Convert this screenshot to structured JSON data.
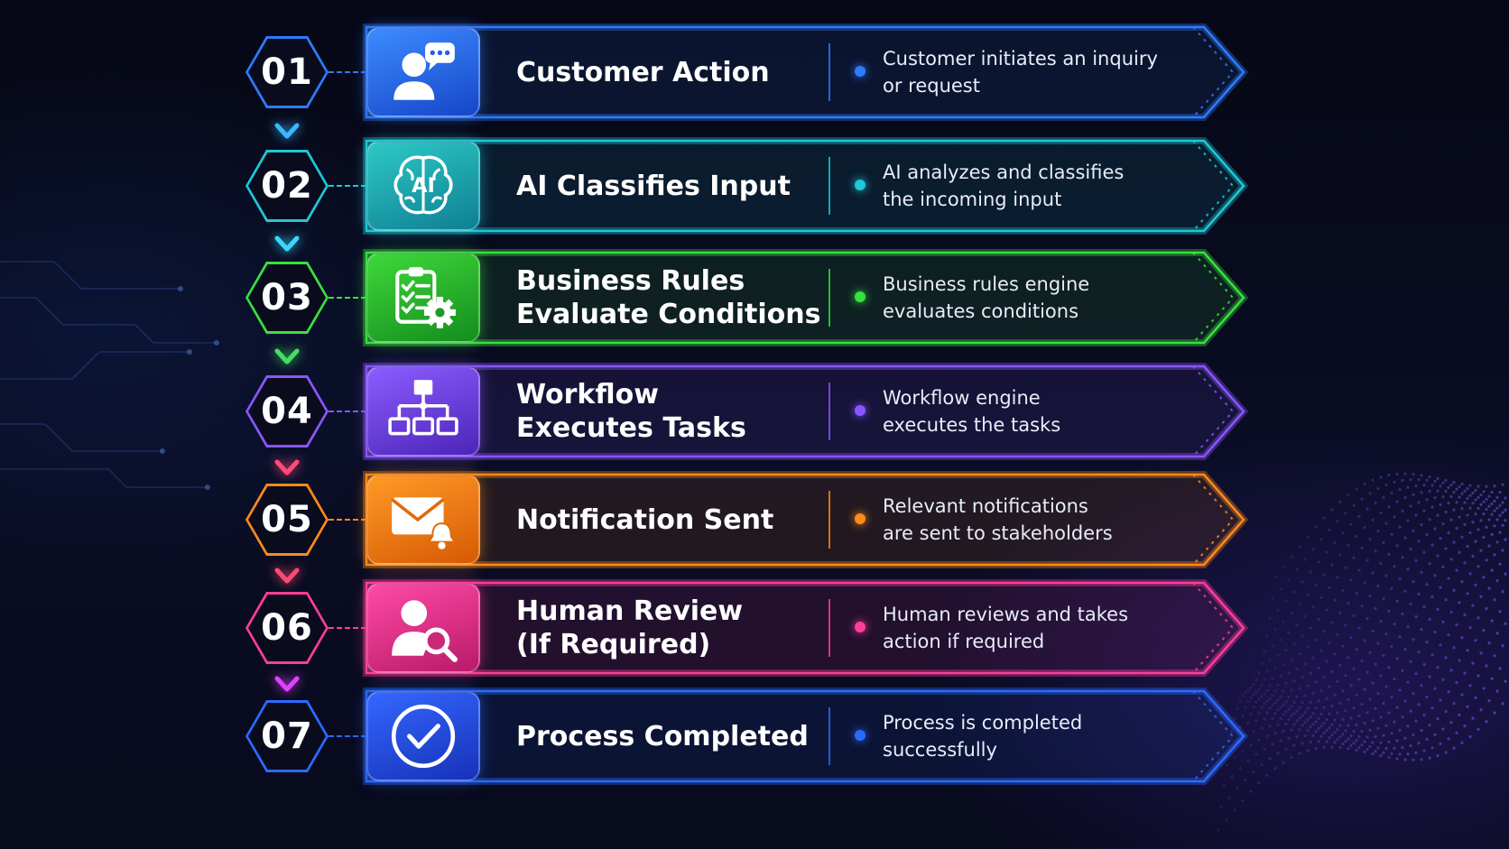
{
  "steps": [
    {
      "number": "01",
      "title_lines": [
        "Customer Action"
      ],
      "desc_lines": [
        "Customer initiates an inquiry",
        "or request"
      ],
      "icon": "customer-chat-icon",
      "color": "#2f7bff",
      "icon_bg_from": "#3d8bff",
      "icon_bg_to": "#1646c8"
    },
    {
      "number": "02",
      "title_lines": [
        "AI Classifies Input"
      ],
      "desc_lines": [
        "AI analyzes and classifies",
        "the incoming input"
      ],
      "icon": "ai-brain-icon",
      "icon_text": "AI",
      "color": "#1ec8d8",
      "icon_bg_from": "#2cc9c6",
      "icon_bg_to": "#0f7f93"
    },
    {
      "number": "03",
      "title_lines": [
        "Business Rules",
        "Evaluate Conditions"
      ],
      "desc_lines": [
        "Business rules engine",
        "evaluates conditions"
      ],
      "icon": "checklist-gear-icon",
      "color": "#38e040",
      "icon_bg_from": "#3ed83a",
      "icon_bg_to": "#148d1e"
    },
    {
      "number": "04",
      "title_lines": [
        "Workflow",
        "Executes Tasks"
      ],
      "desc_lines": [
        "Workflow engine",
        "executes the tasks"
      ],
      "icon": "hierarchy-icon",
      "color": "#8a55ff",
      "icon_bg_from": "#8c5cff",
      "icon_bg_to": "#4b25b8"
    },
    {
      "number": "05",
      "title_lines": [
        "Notification Sent"
      ],
      "desc_lines": [
        "Relevant notifications",
        "are sent to stakeholders"
      ],
      "icon": "envelope-bell-icon",
      "color": "#ff8a18",
      "icon_bg_from": "#ff9a26",
      "icon_bg_to": "#d65a05"
    },
    {
      "number": "06",
      "title_lines": [
        "Human Review",
        "(If Required)"
      ],
      "desc_lines": [
        "Human reviews and takes",
        "action if required"
      ],
      "icon": "person-search-icon",
      "color": "#ff3d9a",
      "icon_bg_from": "#ff4aa5",
      "icon_bg_to": "#b81a6a"
    },
    {
      "number": "07",
      "title_lines": [
        "Process Completed"
      ],
      "desc_lines": [
        "Process is completed",
        "successfully"
      ],
      "icon": "check-circle-icon",
      "color": "#2a6bff",
      "icon_bg_from": "#3467ff",
      "icon_bg_to": "#1632b8"
    }
  ],
  "connector_colors": [
    "#38b8ff",
    "#38d8ff",
    "#44e060",
    "#ff4a7a",
    "#ff4a70",
    "#e040ff"
  ]
}
